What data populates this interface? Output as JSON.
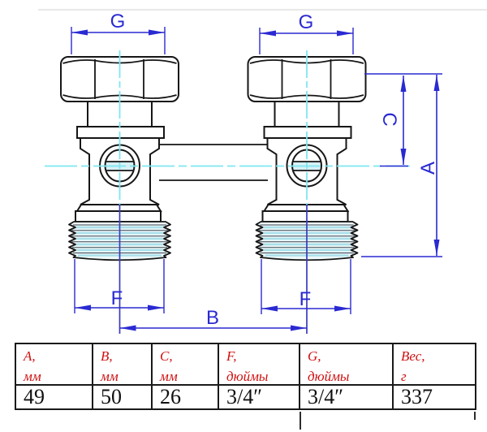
{
  "colors": {
    "dimension": "#2a2ad2",
    "centerline": "#7fe6f0",
    "deep": "#3a3ac2",
    "ink": "#161616",
    "red": "#d01010"
  },
  "drawing": {
    "labels": {
      "g": "G",
      "c": "C",
      "a": "A",
      "f": "F",
      "b": "B"
    }
  },
  "table": {
    "columns": [
      {
        "name": "A,",
        "unit": "мм",
        "value": "49"
      },
      {
        "name": "B,",
        "unit": "мм",
        "value": "50"
      },
      {
        "name": "C,",
        "unit": "мм",
        "value": "26"
      },
      {
        "name": "F,",
        "unit": "дюймы",
        "value": "3/4″"
      },
      {
        "name": "G,",
        "unit": "дюймы",
        "value": "3/4″"
      },
      {
        "name": "Вес,",
        "unit": "г",
        "value": "337"
      }
    ]
  }
}
